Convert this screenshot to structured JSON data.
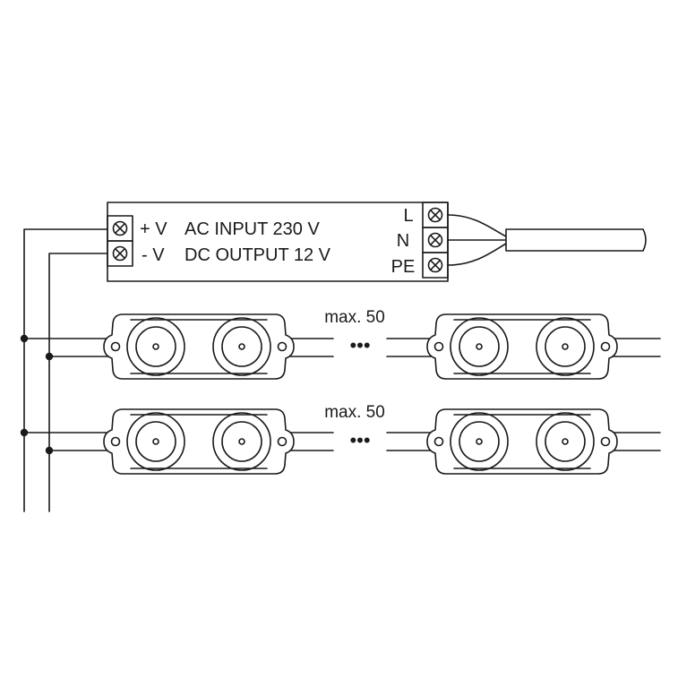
{
  "driver": {
    "plus_v": "+ V",
    "minus_v": "- V",
    "ac_input": "AC INPUT 230 V",
    "dc_output": "DC OUTPUT 12 V",
    "terminal_l": "L",
    "terminal_n": "N",
    "terminal_pe": "PE"
  },
  "rows": [
    {
      "max_label": "max. 50",
      "ellipsis": "•••"
    },
    {
      "max_label": "max. 50",
      "ellipsis": "•••"
    }
  ],
  "colors": {
    "line": "#1a1a1a",
    "background": "#ffffff"
  }
}
